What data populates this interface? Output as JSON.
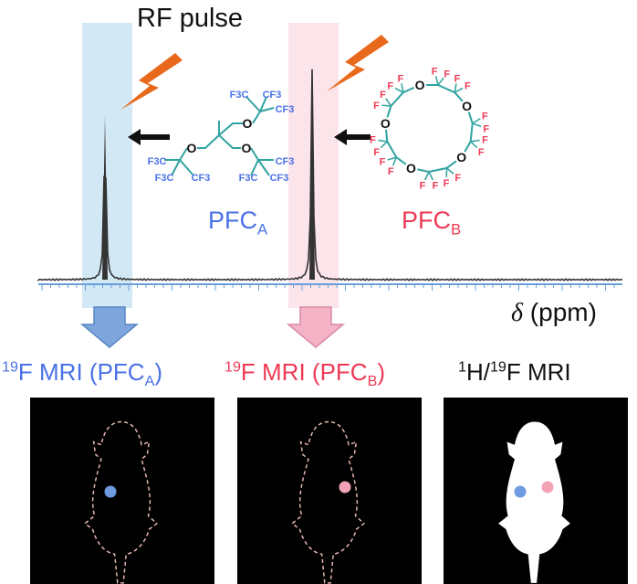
{
  "title": "RF pulse",
  "axis_label": {
    "symbol": "δ",
    "unit": "(ppm)"
  },
  "pfc_a": {
    "name": "PFC",
    "sub": "A",
    "color": "#4a72e6",
    "groups": [
      "F3C",
      "CF3",
      "CF3",
      "F3C",
      "F3C",
      "CF3",
      "CF3",
      "F3C",
      "CF3"
    ],
    "oxygen": "O"
  },
  "pfc_b": {
    "name": "PFC",
    "sub": "B",
    "color": "#ee3a55",
    "fluorine": "F",
    "oxygen": "O"
  },
  "panels": [
    {
      "pre": "19",
      "text": "F MRI (PFC",
      "sub": "A",
      "post": ")",
      "color": "#4a72e6",
      "dot_color": "#6f9be0"
    },
    {
      "pre": "19",
      "text": "F MRI (PFC",
      "sub": "B",
      "post": ")",
      "color": "#ee3a55",
      "dot_color": "#f2a3b6"
    },
    {
      "pre1": "1",
      "text1": "H/",
      "pre2": "19",
      "text2": "F MRI",
      "color": "#111111"
    }
  ],
  "colors": {
    "band_a": "#d3e8f5",
    "band_b": "#fbe4ea",
    "bolt": "#e8691c",
    "bond": "#2fa3a0",
    "spectrum": "#333333",
    "axis": "#6aa0d8"
  }
}
